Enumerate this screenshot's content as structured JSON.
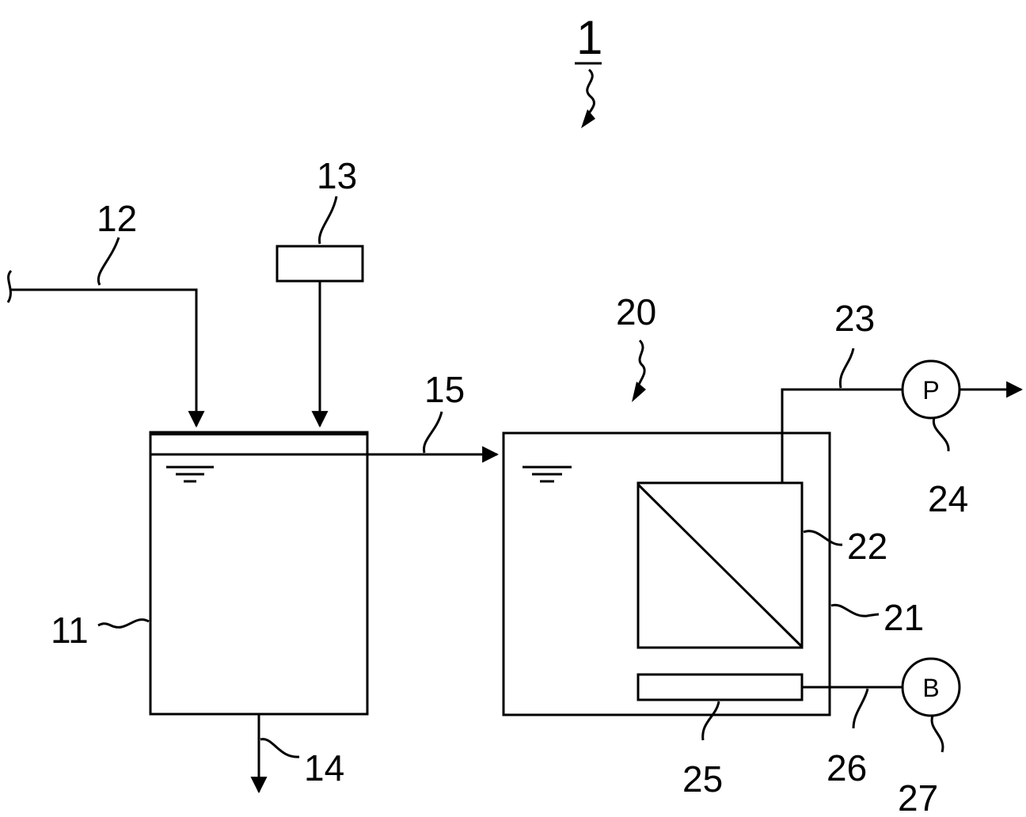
{
  "diagram": {
    "system_ref": "1",
    "labels": {
      "tank_a": "11",
      "feed_line": "12",
      "dosing_unit": "13",
      "drain_line": "14",
      "transfer_line": "15",
      "membrane_unit": "20",
      "tank_b": "21",
      "membrane_module": "22",
      "permeate_line": "23",
      "pump": "24",
      "diffuser": "25",
      "air_line": "26",
      "blower": "27"
    },
    "symbols": {
      "pump": "P",
      "blower": "B"
    }
  }
}
